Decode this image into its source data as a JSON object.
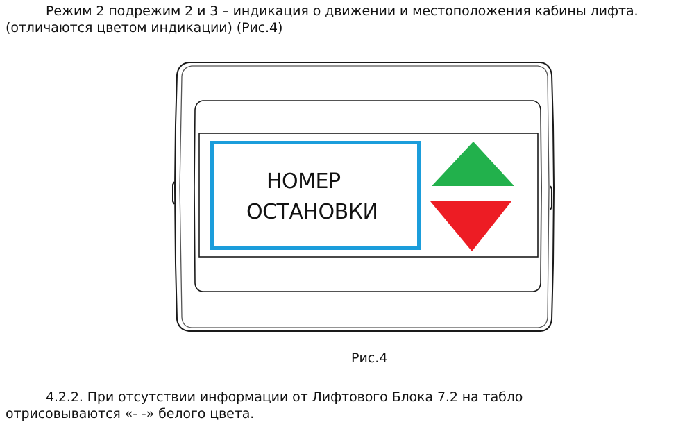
{
  "document": {
    "intro": {
      "line1": "Режим 2 подрежим 2 и 3 – индикация о движении и местоположения кабины лифта.",
      "line2": "(отличаются цветом индикации) (Рис.4)"
    },
    "figure": {
      "display_text_line1": "НОМЕР",
      "display_text_line2": "ОСТАНОВКИ",
      "caption": "Рис.4",
      "colors": {
        "display_frame": "#1b9ddb",
        "arrow_up": "#22b14c",
        "arrow_down": "#ed1c24",
        "outline": "#1a1a1a"
      },
      "icons": {
        "up": "arrow-up-triangle",
        "down": "arrow-down-triangle"
      }
    },
    "section": {
      "line1": "4.2.2. При отсутствии информации от Лифтового Блока 7.2 на табло",
      "line2": "отрисовываются «- -» белого цвета."
    }
  }
}
